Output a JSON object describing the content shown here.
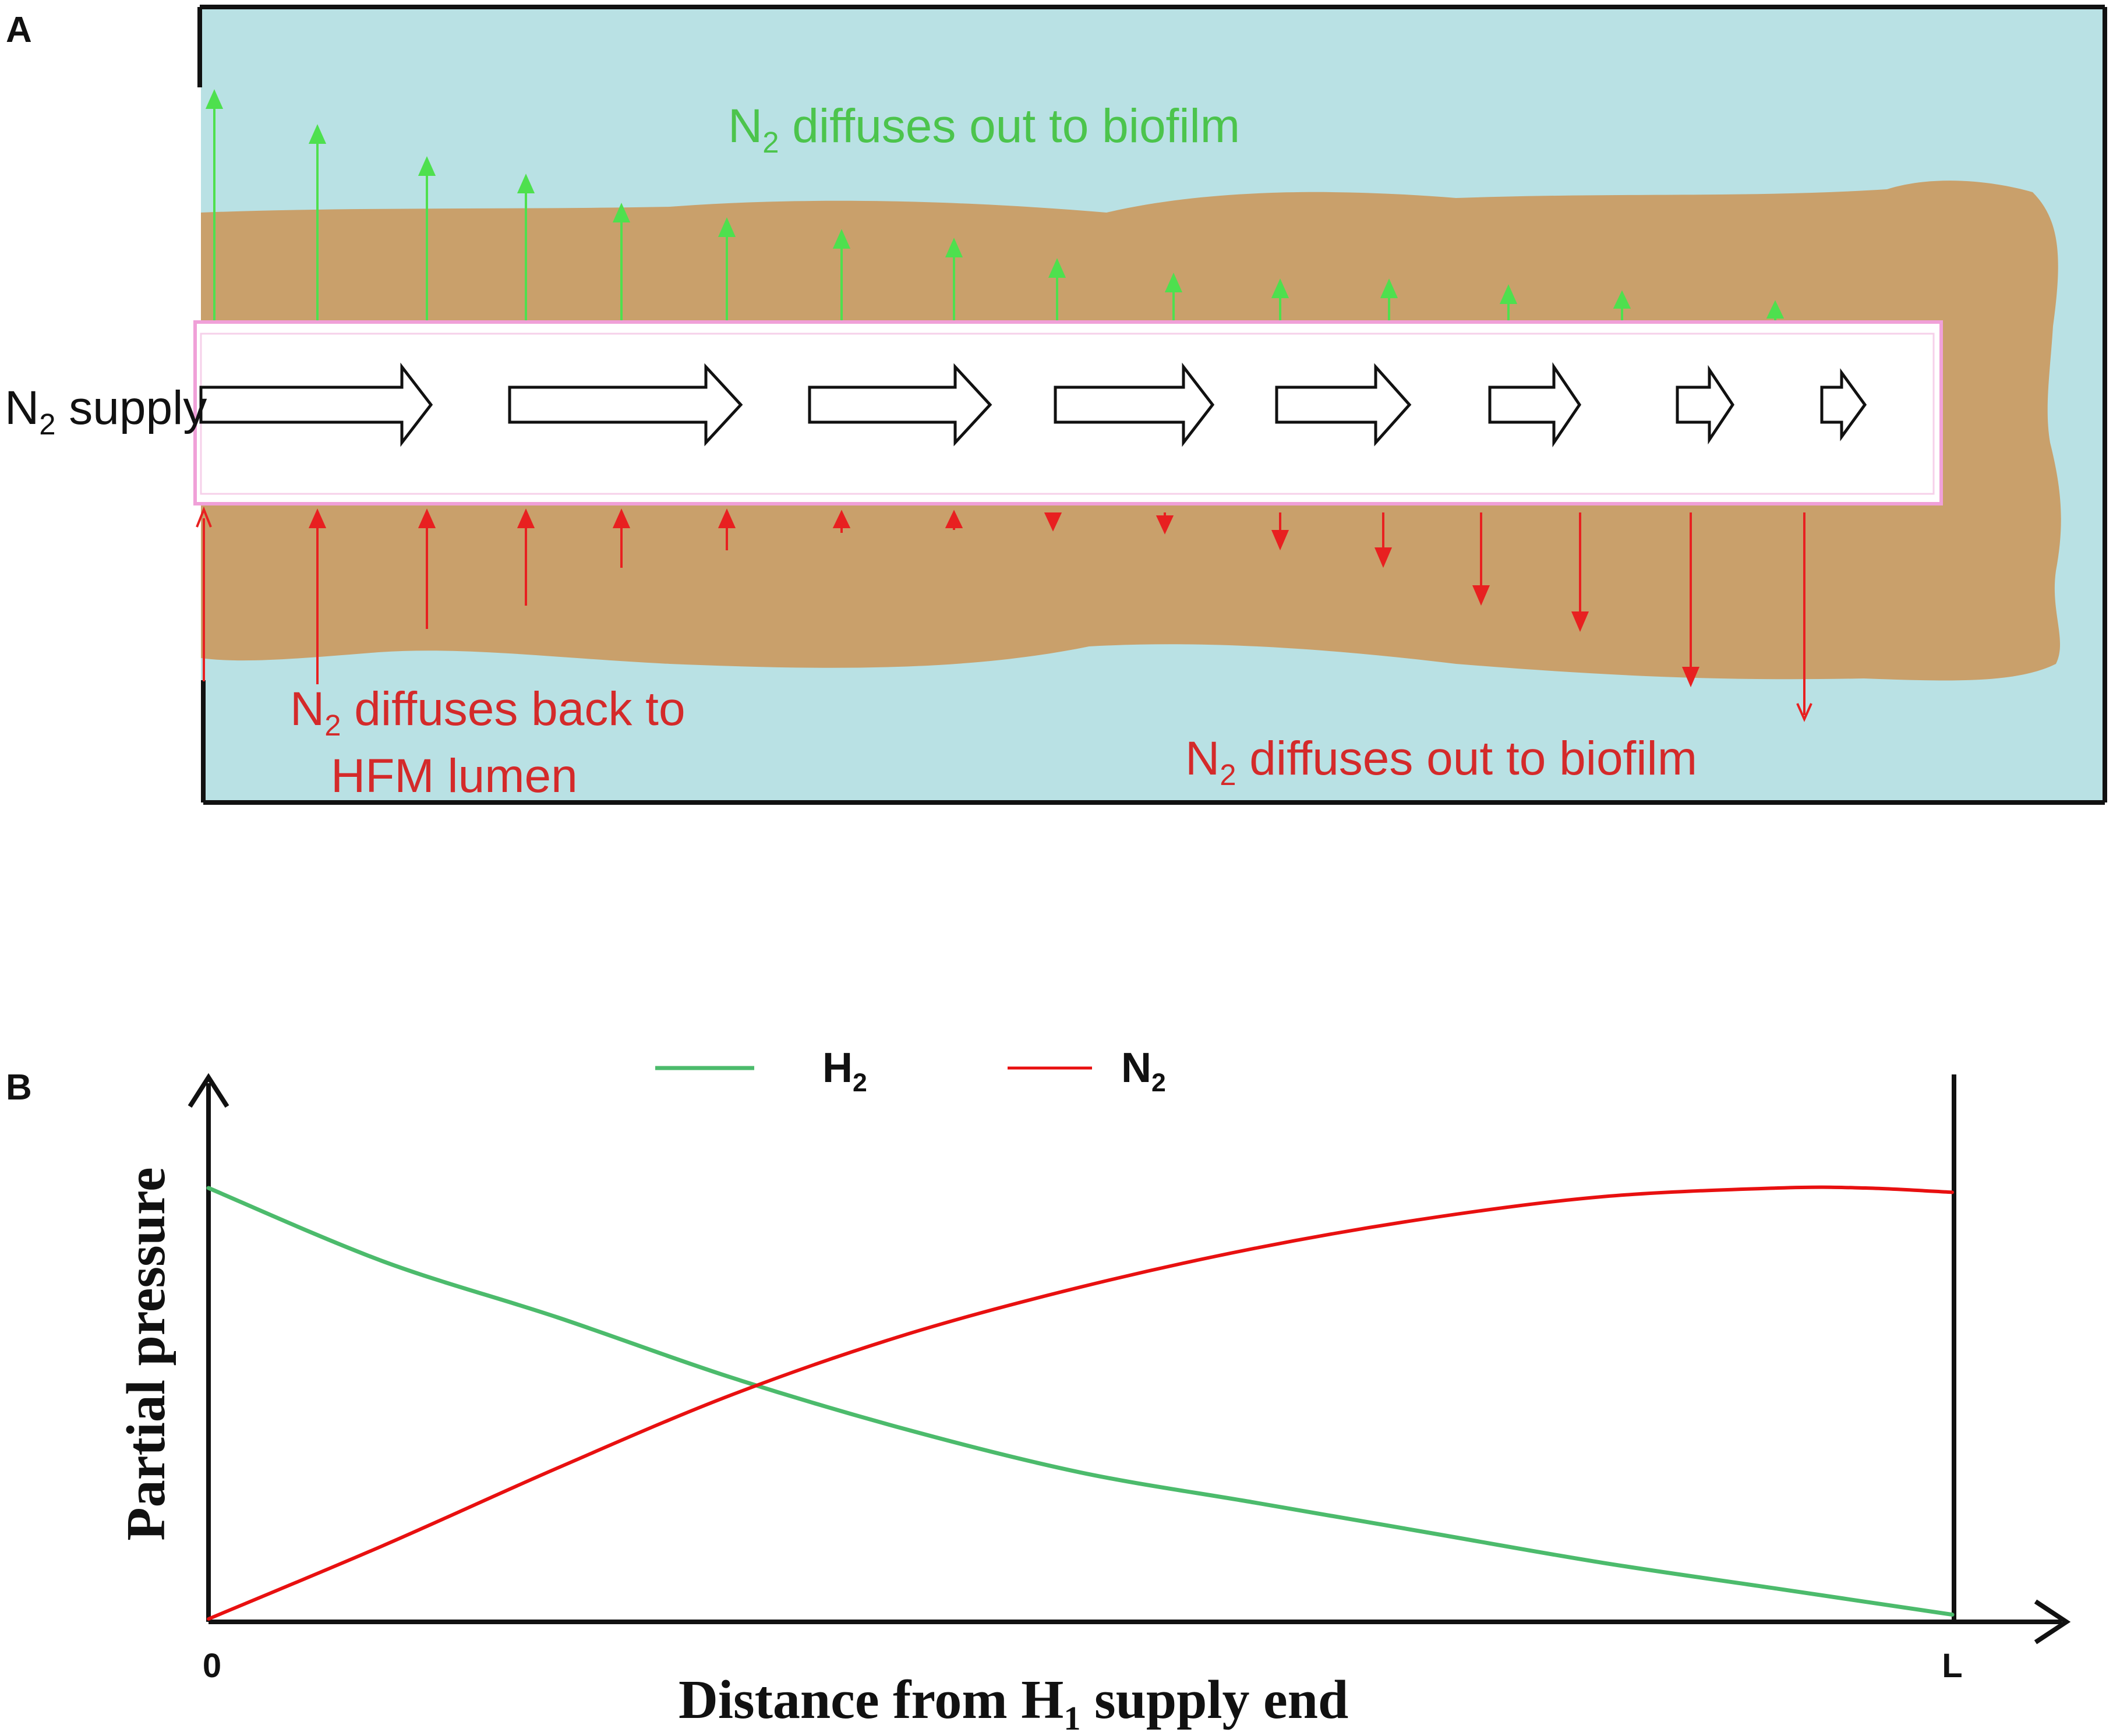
{
  "panel_a": {
    "label": "A",
    "n2_supply": {
      "main": "N",
      "sub": "2",
      "rest": " supply"
    },
    "top_text": {
      "main": "N",
      "sub": "2",
      "rest": " diffuses out to biofilm"
    },
    "back_text_line1": {
      "main": "N",
      "sub": "2",
      "rest": " diffuses back to"
    },
    "back_text_line2": "HFM lumen",
    "bottom_right_text": {
      "main": "N",
      "sub": "2",
      "rest": " diffuses out to biofilm"
    },
    "colors": {
      "medium": "#b9e1e4",
      "biofilm": "#c9a06b",
      "lumen": "#ffffff",
      "membrane": "#f0a0d8",
      "green_arrow": "#4ee04e",
      "red_arrow": "#e82020"
    }
  },
  "panel_b": {
    "label": "B",
    "legend": [
      {
        "main": "H",
        "sub": "2",
        "color": "#4cbb6c"
      },
      {
        "main": "N",
        "sub": "2",
        "color": "#e81010"
      }
    ],
    "y_title": "Partial pressure",
    "x_title": {
      "main": "Distance from H",
      "sub": "1",
      "rest": " supply end"
    },
    "x_tick_start": "0",
    "x_tick_end": "L"
  },
  "chart_data": {
    "type": "line",
    "title": "",
    "xlabel": "Distance from H1 supply end",
    "ylabel": "Partial pressure",
    "x_ticks": [
      "0",
      "L"
    ],
    "xlim": [
      0,
      1
    ],
    "ylim": [
      0,
      1
    ],
    "series": [
      {
        "name": "H2",
        "color": "#4cbb6c",
        "x": [
          0,
          0.1,
          0.2,
          0.3,
          0.4,
          0.5,
          0.6,
          0.7,
          0.8,
          0.9,
          1.0
        ],
        "y": [
          1.0,
          0.83,
          0.7,
          0.56,
          0.44,
          0.34,
          0.27,
          0.2,
          0.13,
          0.07,
          0.01
        ]
      },
      {
        "name": "N2",
        "color": "#e81010",
        "x": [
          0,
          0.1,
          0.2,
          0.3,
          0.4,
          0.5,
          0.6,
          0.7,
          0.8,
          0.9,
          0.95,
          1.0
        ],
        "y": [
          0.0,
          0.17,
          0.35,
          0.52,
          0.66,
          0.77,
          0.86,
          0.93,
          0.98,
          1.0,
          1.0,
          0.99
        ]
      }
    ]
  }
}
